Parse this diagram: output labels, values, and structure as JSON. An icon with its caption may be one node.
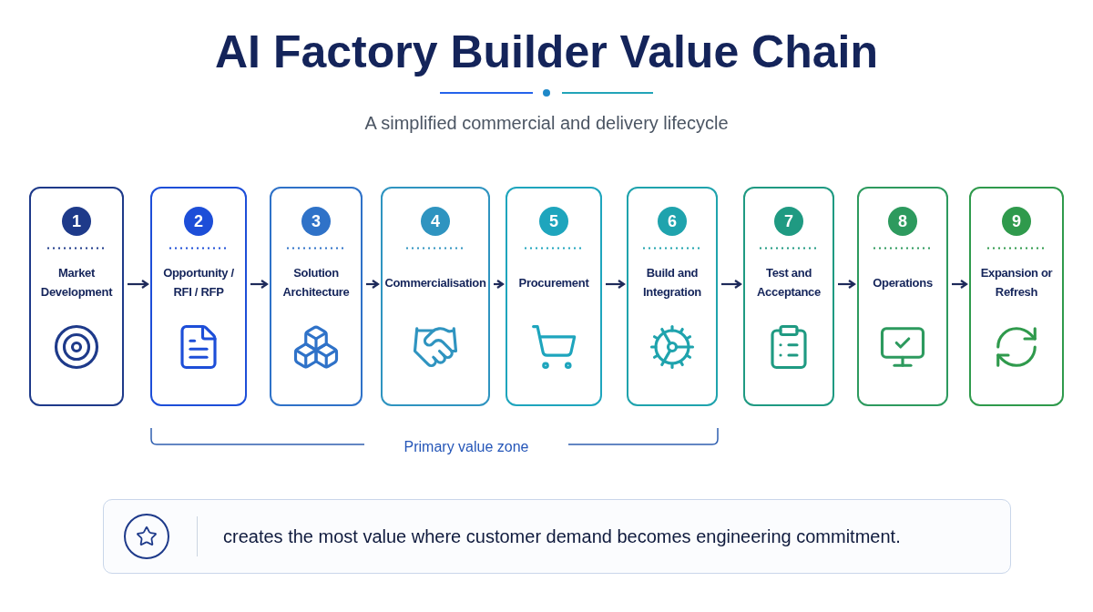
{
  "diagram": {
    "title": "AI Factory Builder Value Chain",
    "caption": "A simplified commercial and delivery lifecycle",
    "nodes": [
      {
        "text": [
          "1",
          "Market Development"
        ]
      },
      {
        "text": [
          "2",
          "Opportunity / RFI / RFP"
        ]
      },
      {
        "text": [
          "3",
          "Solution Architecture"
        ]
      },
      {
        "text": [
          "4",
          "Commercialisation"
        ]
      },
      {
        "text": [
          "5",
          "Procurement"
        ]
      },
      {
        "text": [
          "6",
          "Build and Integration"
        ]
      },
      {
        "text": [
          "7",
          "Test and Acceptance"
        ]
      },
      {
        "text": [
          "8",
          "Operations"
        ]
      },
      {
        "text": [
          "9",
          "Expansion or Refresh"
        ]
      },
      {
        "text": [
          "creates the most value where customer demand becomes engineering commitment."
        ]
      }
    ],
    "edges": [
      {
        "from": 0,
        "to": 1,
        "arrow": "to"
      },
      {
        "from": 1,
        "to": 2,
        "arrow": "to"
      },
      {
        "from": 2,
        "to": 3,
        "arrow": "to"
      },
      {
        "from": 3,
        "to": 4,
        "arrow": "to"
      },
      {
        "from": 4,
        "to": 5,
        "arrow": "to"
      },
      {
        "from": 5,
        "to": 6,
        "arrow": "to"
      },
      {
        "from": 6,
        "to": 7,
        "arrow": "to"
      },
      {
        "from": 7,
        "to": 8,
        "arrow": "to"
      }
    ],
    "labels": [
      "Primary value zone"
    ]
  }
}
